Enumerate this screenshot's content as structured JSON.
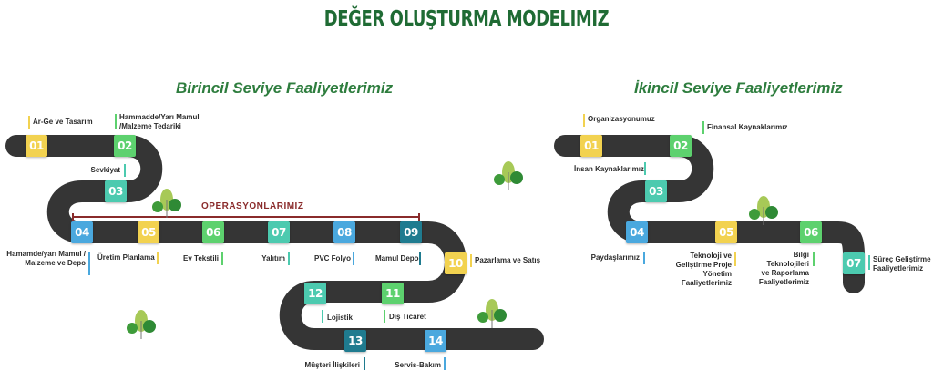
{
  "title": "DEĞER OLUŞTURMA MODELIMIZ",
  "primary": {
    "heading": "Birincil Seviye Faaliyetlerimiz",
    "operations_label": "OPERASYONLARIMIZ",
    "steps": [
      {
        "num": "01",
        "label": "Ar-Ge ve Tasarım",
        "color": "#f2d250"
      },
      {
        "num": "02",
        "label": "Hammadde/Yarı Mamul /Malzeme Tedariki",
        "color": "#5dd16e"
      },
      {
        "num": "03",
        "label": "Sevkiyat",
        "color": "#4ccaaf"
      },
      {
        "num": "04",
        "label": "Hamamde/yarı Mamul / Malzeme ve Depo",
        "color": "#4aa8de"
      },
      {
        "num": "05",
        "label": "Üretim Planlama",
        "color": "#f2d250"
      },
      {
        "num": "06",
        "label": "Ev Tekstili",
        "color": "#5dd16e"
      },
      {
        "num": "07",
        "label": "Yalıtım",
        "color": "#4ccaaf"
      },
      {
        "num": "08",
        "label": "PVC Folyo",
        "color": "#4aa8de"
      },
      {
        "num": "09",
        "label": "Mamul Depo",
        "color": "#1f7b8f"
      },
      {
        "num": "10",
        "label": "Pazarlama ve Satış",
        "color": "#f2d250"
      },
      {
        "num": "11",
        "label": "Dış Ticaret",
        "color": "#5dd16e"
      },
      {
        "num": "12",
        "label": "Lojistik",
        "color": "#4ccaaf"
      },
      {
        "num": "13",
        "label": "Müşteri İlişkileri",
        "color": "#1f7b8f"
      },
      {
        "num": "14",
        "label": "Servis-Bakım",
        "color": "#4aa8de"
      }
    ]
  },
  "secondary": {
    "heading": "İkincil Seviye Faaliyetlerimiz",
    "steps": [
      {
        "num": "01",
        "label": "Organizasyonumuz",
        "color": "#f2d250"
      },
      {
        "num": "02",
        "label": "Finansal Kaynaklarımız",
        "color": "#5dd16e"
      },
      {
        "num": "03",
        "label": "İnsan Kaynaklarımız",
        "color": "#4ccaaf"
      },
      {
        "num": "04",
        "label": "Paydaşlarımız",
        "color": "#4aa8de"
      },
      {
        "num": "05",
        "label": "Teknoloji ve Geliştirme Proje Yönetim Faaliyetlerimiz",
        "color": "#f2d250"
      },
      {
        "num": "06",
        "label": "Bilgi Teknolojileri ve Raporlama Faaliyetlerimiz",
        "color": "#5dd16e"
      },
      {
        "num": "07",
        "label": "Süreç Geliştirme Faaliyetlerimiz",
        "color": "#4ccaaf"
      }
    ]
  },
  "colors": {
    "road": "#353535",
    "title": "#1f6b34",
    "operations_bracket": "#8a2b2b"
  }
}
